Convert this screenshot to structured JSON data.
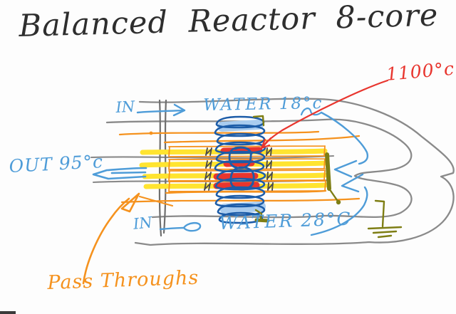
{
  "title": "Balanced Reactor 8-core",
  "labels": {
    "core_temperature": "1100°c",
    "inlet_top": "IN",
    "water_top": "WATER 18°c",
    "outlet": "OUT 95°c",
    "inlet_bottom": "IN",
    "water_bottom": "WATER 28°C",
    "pass_throughs": "Pass Throughs"
  },
  "colors": {
    "ink": "#2e2e2e",
    "marker_blue": "#4e9cd8",
    "coil_blue": "#1c5ca8",
    "light_blue": "#a9ccef",
    "hot_red": "#e8352e",
    "tube_yellow": "#ffe430",
    "orange": "#f5921e",
    "olive": "#7e7e14",
    "vessel_gray": "#8a8a8a"
  }
}
